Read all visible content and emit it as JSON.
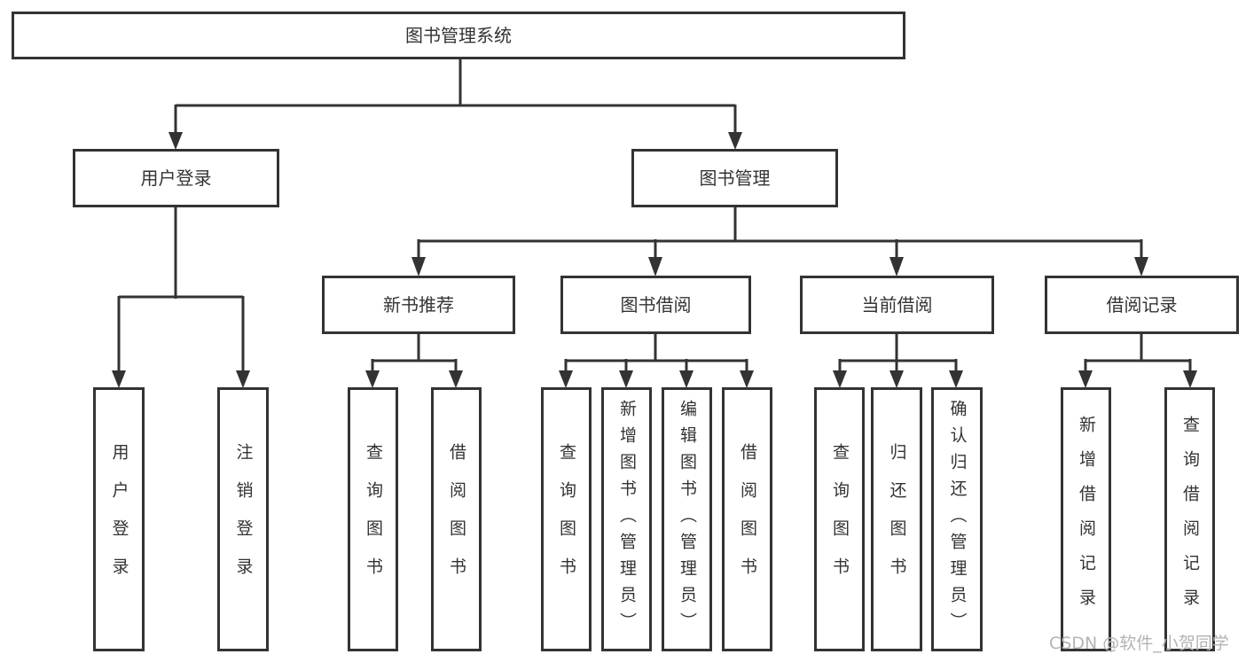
{
  "diagram": {
    "root": "图书管理系统",
    "level1": {
      "user_login": "用户登录",
      "book_management": "图书管理"
    },
    "level2": {
      "new_book_recommend": "新书推荐",
      "book_borrow": "图书借阅",
      "current_borrow": "当前借阅",
      "borrow_records": "借阅记录"
    },
    "leaves": {
      "user_login": [
        "用户登录",
        "注销登录"
      ],
      "new_book_recommend": [
        "查询图书",
        "借阅图书"
      ],
      "book_borrow": [
        "查询图书",
        "新增图书（管理员）",
        "编辑图书（管理员）",
        "借阅图书"
      ],
      "current_borrow": [
        "查询图书",
        "归还图书",
        "确认归还（管理员）"
      ],
      "borrow_records": [
        "新增借阅记录",
        "查询借阅记录"
      ]
    }
  },
  "watermark": "CSDN @软件_小贺同学",
  "colors": {
    "line": "#333333",
    "text": "#333333",
    "box_background": "#ffffff",
    "page_background": "#ffffff",
    "watermark": "#b3b3b3"
  }
}
